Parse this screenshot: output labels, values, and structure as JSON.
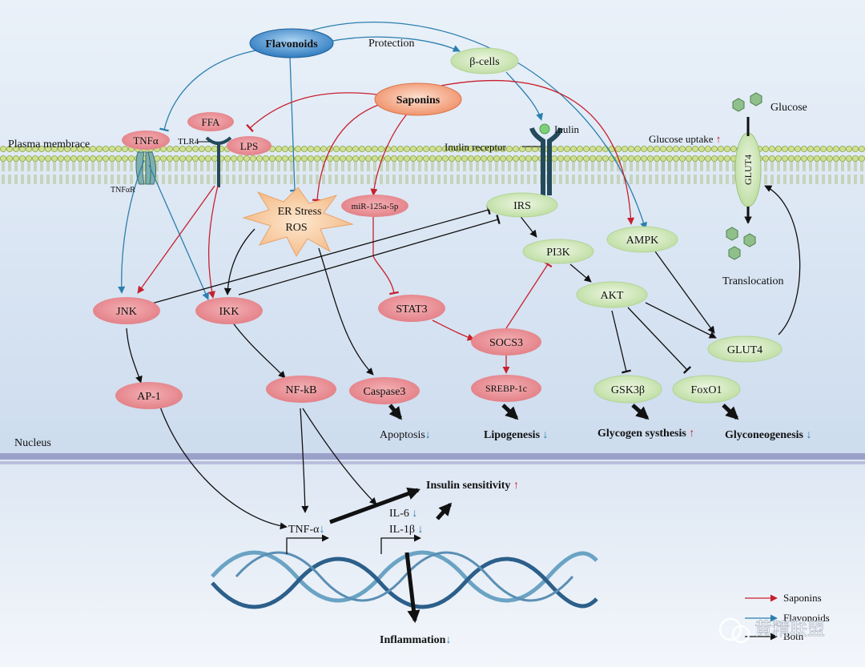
{
  "colors": {
    "background_top": "#d6e3f1",
    "background_bottom": "#eef3fa",
    "membrane": "#c9dc8a",
    "pink_node": "#e78f95",
    "green_node": "#cfe6b8",
    "flavonoid_node": "#3d86c6",
    "saponin_node": "#f29a74",
    "saponin_arrow": "#c8202e",
    "flavonoid_arrow": "#2b7fae",
    "both_arrow": "#111111",
    "dna_dark": "#2c5f8a",
    "dna_light": "#6aa3c4"
  },
  "nodes": {
    "flavonoids": "Flavonoids",
    "saponins": "Saponins",
    "protection": "Protection",
    "beta_cells": "β-cells",
    "ffa": "FFA",
    "lps": "LPS",
    "tlr4": "TLR4",
    "tnfa": "TNFα",
    "tnfar": "TNFαR",
    "plasma_membrane": "Plasma membrace",
    "er_stress": "ER Stress",
    "ros": "ROS",
    "mir": "miR-125a-5p",
    "inulin": "Inulin",
    "inulin_receptor": "Inulin receptor",
    "irs": "IRS",
    "pi3k": "PI3K",
    "akt": "AKT",
    "ampk": "AMPK",
    "glut4_membrane": "GLUT4",
    "glut4_vesicle": "GLUT4",
    "glucose": "Glucose",
    "glucose_uptake": "Glucose uptake",
    "translocation": "Translocation",
    "jnk": "JNK",
    "ikk": "IKK",
    "stat3": "STAT3",
    "socs3": "SOCS3",
    "ap1": "AP-1",
    "nfkb": "NF-kB",
    "caspase3": "Caspase3",
    "srebp": "SREBP-1c",
    "gsk3b": "GSK3β",
    "foxo1": "FoxO1",
    "apoptosis": "Apoptosis",
    "lipogenesis": "Lipogenesis",
    "glycogen": "Glycogen systhesis",
    "gluconeogenesis": "Glyconeogenesis",
    "nucleus": "Nucleus",
    "insulin_sensitivity": "Insulin sensitivity",
    "tnf_alpha_gene": "TNF-α",
    "il6": "IL-6",
    "il1b": "IL-1β",
    "inflammation": "Inflammation"
  },
  "markers": {
    "up": "↑",
    "down": "↓"
  },
  "legend": {
    "saponins": "Saponins",
    "flavonoids": "Flavonoids",
    "both": "Both"
  },
  "watermark": "黄精联盟"
}
